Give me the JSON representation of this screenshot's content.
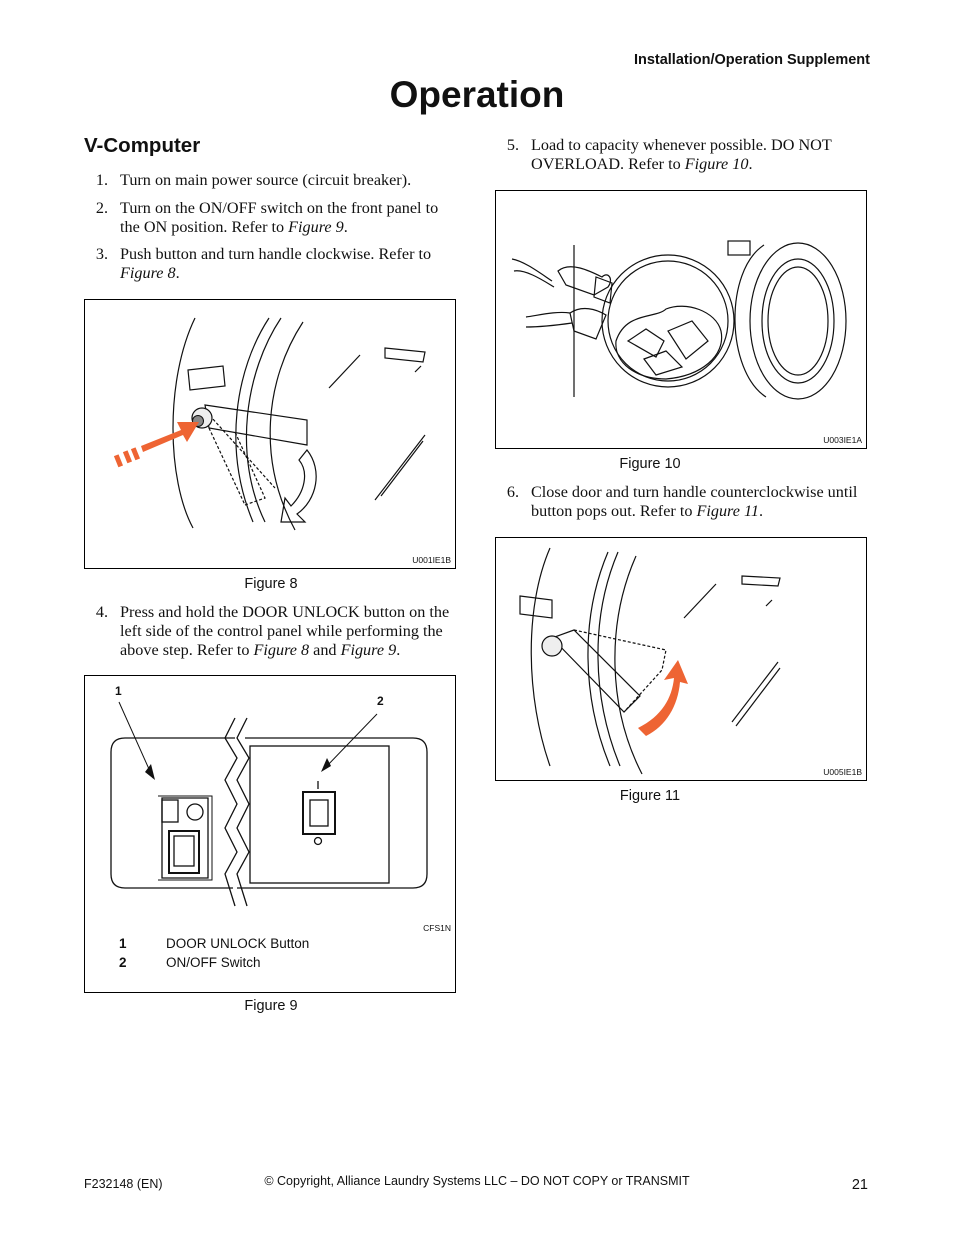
{
  "header": {
    "doc_title": "Installation/Operation Supplement"
  },
  "page_title": "Operation",
  "section_title": "V-Computer",
  "steps": [
    {
      "num": "1.",
      "text": "Turn on main power source (circuit breaker)."
    },
    {
      "num": "2.",
      "pre": "Turn on the ON/OFF switch on the front panel to the ON position. Refer to ",
      "ref": "Figure 9",
      "post": "."
    },
    {
      "num": "3.",
      "pre": "Push button and turn handle clockwise. Refer to ",
      "ref": "Figure 8",
      "post": "."
    },
    {
      "num": "4.",
      "pre": "Press and hold the DOOR UNLOCK button on the left side of the control panel while performing the above step. Refer to ",
      "ref": "Figure 8",
      "mid": " and ",
      "ref2": "Figure 9",
      "post": "."
    },
    {
      "num": "5.",
      "pre": "Load to capacity whenever possible. DO NOT OVERLOAD. Refer to ",
      "ref": "Figure 10",
      "post": "."
    },
    {
      "num": "6.",
      "pre": "Close door and turn handle counterclockwise until button pops out. Refer to ",
      "ref": "Figure 11",
      "post": "."
    }
  ],
  "figures": [
    {
      "caption": "Figure 8",
      "code": "U001IE1B"
    },
    {
      "caption": "Figure 9",
      "code": "CFS1N",
      "callouts": [
        "1",
        "2"
      ],
      "legend": [
        {
          "num": "1",
          "text": "DOOR UNLOCK Button"
        },
        {
          "num": "2",
          "text": "ON/OFF Switch"
        }
      ]
    },
    {
      "caption": "Figure 10",
      "code": "U003IE1A"
    },
    {
      "caption": "Figure 11",
      "code": "U005IE1B"
    }
  ],
  "footer": {
    "doc_number": "F232148 (EN)",
    "copyright": "© Copyright, Alliance Laundry Systems LLC – DO NOT COPY or TRANSMIT",
    "page_number": "21"
  },
  "colors": {
    "arrow": "#ee6433",
    "line": "#111111"
  }
}
